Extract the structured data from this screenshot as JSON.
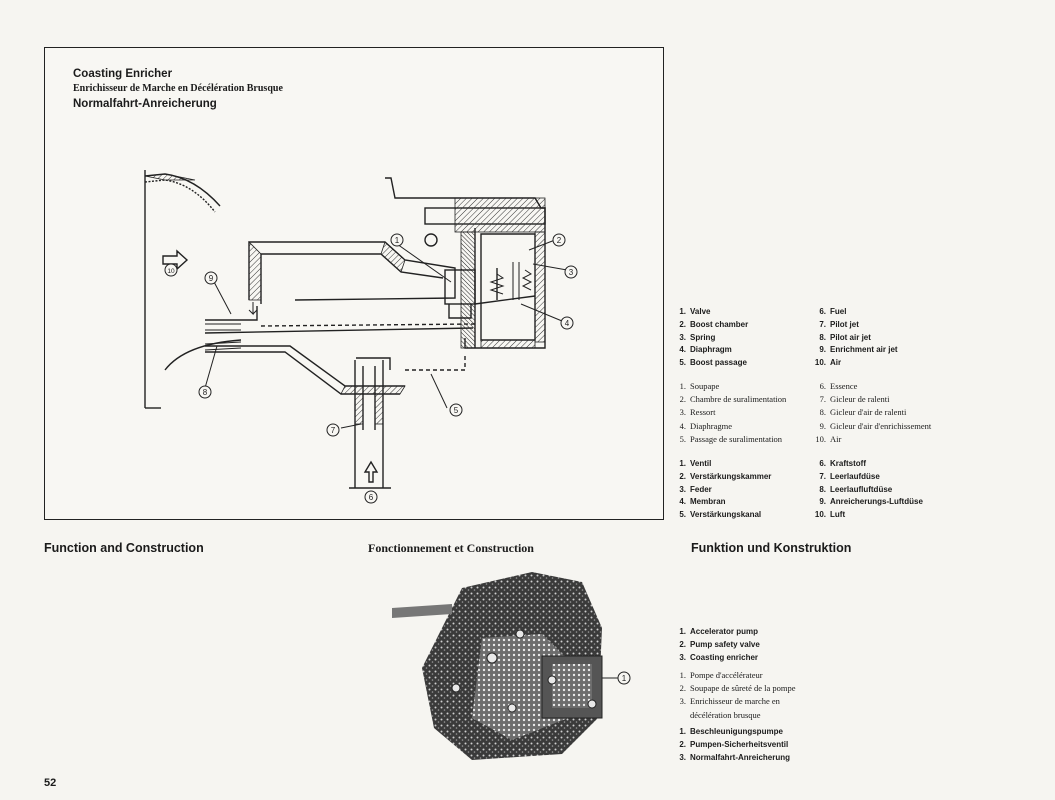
{
  "header": {
    "title_en": "Coasting Enricher",
    "title_fr": "Enrichisseur de Marche en Décélération Brusque",
    "title_de": "Normalfahrt-Anreicherung"
  },
  "diagram_callouts": [
    "①",
    "②",
    "③",
    "④",
    "⑤",
    "⑥",
    "⑦",
    "⑧",
    "⑨",
    "⑩"
  ],
  "legend_en": {
    "left": [
      {
        "n": "1.",
        "t": "Valve"
      },
      {
        "n": "2.",
        "t": "Boost chamber"
      },
      {
        "n": "3.",
        "t": "Spring"
      },
      {
        "n": "4.",
        "t": "Diaphragm"
      },
      {
        "n": "5.",
        "t": "Boost passage"
      }
    ],
    "right": [
      {
        "n": "6.",
        "t": "Fuel"
      },
      {
        "n": "7.",
        "t": "Pilot jet"
      },
      {
        "n": "8.",
        "t": "Pilot air jet"
      },
      {
        "n": "9.",
        "t": "Enrichment air jet"
      },
      {
        "n": "10.",
        "t": "Air"
      }
    ]
  },
  "legend_fr": {
    "left": [
      {
        "n": "1.",
        "t": "Soupape"
      },
      {
        "n": "2.",
        "t": "Chambre de suralimentation"
      },
      {
        "n": "3.",
        "t": "Ressort"
      },
      {
        "n": "4.",
        "t": "Diaphragme"
      },
      {
        "n": "5.",
        "t": "Passage de suralimentation"
      }
    ],
    "right": [
      {
        "n": "6.",
        "t": "Essence"
      },
      {
        "n": "7.",
        "t": "Gicleur de ralenti"
      },
      {
        "n": "8.",
        "t": "Gicleur d'air de ralenti"
      },
      {
        "n": "9.",
        "t": "Gicleur d'air d'enrichissement"
      },
      {
        "n": "10.",
        "t": "Air"
      }
    ]
  },
  "legend_de": {
    "left": [
      {
        "n": "1.",
        "t": "Ventil"
      },
      {
        "n": "2.",
        "t": "Verstärkungskammer"
      },
      {
        "n": "3.",
        "t": "Feder"
      },
      {
        "n": "4.",
        "t": "Membran"
      },
      {
        "n": "5.",
        "t": "Verstärkungskanal"
      }
    ],
    "right": [
      {
        "n": "6.",
        "t": "Kraftstoff"
      },
      {
        "n": "7.",
        "t": "Leerlaufdüse"
      },
      {
        "n": "8.",
        "t": "Leerlaufluftdüse"
      },
      {
        "n": "9.",
        "t": "Anreicherungs-Luftdüse"
      },
      {
        "n": "10.",
        "t": "Luft"
      }
    ]
  },
  "sections": {
    "en": "Function and Construction",
    "fr": "Fonctionnement et Construction",
    "de": "Funktion und Konstruktion"
  },
  "photo_callout": "①",
  "photo_legend_en": [
    {
      "n": "1.",
      "t": "Accelerator pump"
    },
    {
      "n": "2.",
      "t": "Pump safety valve"
    },
    {
      "n": "3.",
      "t": "Coasting enricher"
    }
  ],
  "photo_legend_fr": [
    {
      "n": "1.",
      "t": "Pompe d'accélérateur"
    },
    {
      "n": "2.",
      "t": "Soupape de sûreté de la pompe"
    },
    {
      "n": "3.",
      "t": "Enrichisseur de marche en"
    },
    {
      "n": "",
      "t": "décélération brusque"
    }
  ],
  "photo_legend_de": [
    {
      "n": "1.",
      "t": "Beschleunigungspumpe"
    },
    {
      "n": "2.",
      "t": "Pumpen-Sicherheitsventil"
    },
    {
      "n": "3.",
      "t": "Normalfahrt-Anreicherung"
    }
  ],
  "page_number": "52"
}
